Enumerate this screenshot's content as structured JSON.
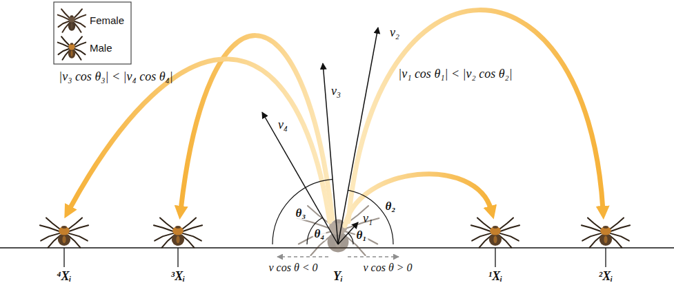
{
  "diagram": {
    "labels": [
      "|v₃ cos θ₃| < |v₄ cos θ₄|",
      "|v₁ cos θ₁| < |v₂ cos θ₂|",
      "v₂",
      "v₃",
      "v₄",
      "v₁",
      "θ₃",
      "θ₄",
      "θ₁",
      "θ₂",
      "v cos θ < 0",
      "v cos θ > 0",
      "⁴Xᵢ",
      "³Xᵢ",
      "Yᵢ",
      "¹Xᵢ",
      "²Xᵢ"
    ],
    "legend": [
      {
        "text": "Female"
      },
      {
        "text": "Male"
      }
    ]
  }
}
